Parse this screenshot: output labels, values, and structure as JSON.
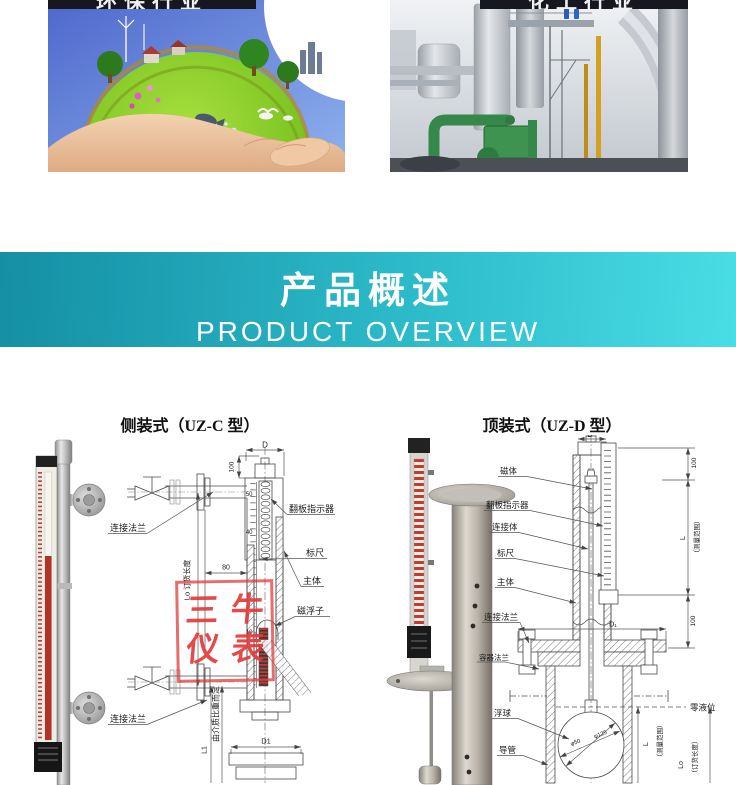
{
  "top_photos": {
    "left": {
      "banner_label": "环保行业"
    },
    "right": {
      "banner_label": "化工行业"
    }
  },
  "overview_banner": {
    "title": "产品概述",
    "subtitle": "PRODUCT OVERVIEW",
    "bg_start": "#158fa4",
    "bg_end": "#49dde5",
    "text_color": "#ffffff"
  },
  "watermark": {
    "row1": "三牛",
    "row2": "仪表",
    "color": "#e23b3b"
  },
  "left_diagram": {
    "title": "侧装式（UZ-C 型）",
    "labels": {
      "flange_top": "连接法兰",
      "flap_indicator": "翻板指示器",
      "ruler": "标尺",
      "body": "主体",
      "mag_float": "磁浮子",
      "flange_bottom": "连接法兰"
    },
    "dims": {
      "d": "D",
      "top_100": "100",
      "scale_50": "50",
      "scale_40": "40",
      "scale_10": "10",
      "width_80": "80",
      "order_length": "Lo 订货长度",
      "l1": "L1",
      "by_medium_density": "由介质比重而定",
      "d1": "D1"
    }
  },
  "right_diagram": {
    "title": "顶装式（UZ-D 型）",
    "labels": {
      "magnet": "磁体",
      "flap_indicator": "翻板指示器",
      "connector": "连接体",
      "ruler": "标尺",
      "body": "主体",
      "conn_flange": "连接法兰",
      "vessel_flange": "容器法兰",
      "float_ball": "浮球",
      "guide_tube": "导管"
    },
    "dims": {
      "d": "D",
      "top_100": "100",
      "l_top": "L",
      "range_top": "（测量范围）",
      "mid_100": "100",
      "d1": "D₁",
      "zero_level": "零液位",
      "l_bottom": "L",
      "range_bottom": "（测量范围）",
      "lo": "Lo",
      "order_length": "（订货长度）",
      "phi_50": "φ50",
      "phi_125": "φ125"
    }
  }
}
